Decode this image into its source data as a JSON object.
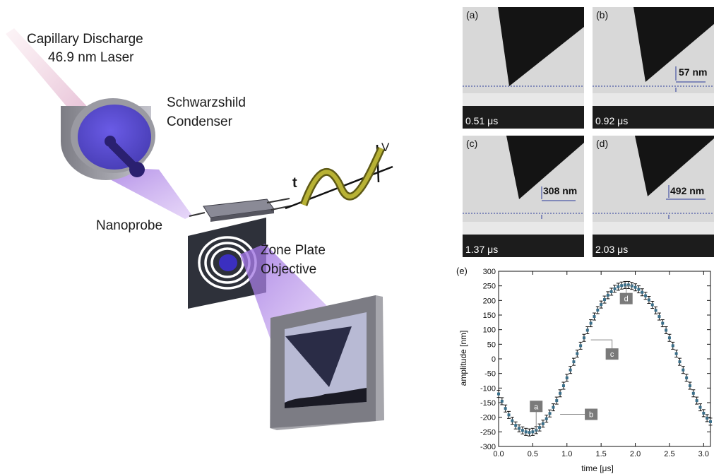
{
  "labels": {
    "laser_line1": "Capillary Discharge",
    "laser_line2": "46.9 nm Laser",
    "condenser_line1": "Schwarzshild",
    "condenser_line2": "Condenser",
    "nanoprobe": "Nanoprobe",
    "zoneplate_line1": "Zone Plate",
    "zoneplate_line2": "Objective",
    "voltage_axis": "V",
    "time_axis": "t"
  },
  "panels": [
    {
      "letter": "(a)",
      "time": "0.51 μs",
      "measurement": ""
    },
    {
      "letter": "(b)",
      "time": "0.92 μs",
      "measurement": "57 nm"
    },
    {
      "letter": "(c)",
      "time": "1.37 μs",
      "measurement": "308 nm"
    },
    {
      "letter": "(d)",
      "time": "2.03 μs",
      "measurement": "492 nm"
    }
  ],
  "chart_data": {
    "type": "scatter",
    "panel_label": "(e)",
    "xlabel": "time [μs]",
    "ylabel": "amplitude [nm]",
    "xlim": [
      0.0,
      3.1
    ],
    "ylim": [
      -300,
      300
    ],
    "xticks": [
      "0.0",
      "0.5",
      "1.0",
      "1.5",
      "2.0",
      "2.5",
      "3.0"
    ],
    "yticks": [
      "300",
      "250",
      "200",
      "150",
      "100",
      "50",
      "0",
      "-50",
      "-100",
      "-150",
      "-200",
      "-250",
      "-300"
    ],
    "error_bars": true,
    "annotations": [
      {
        "text": "a",
        "x": 0.55,
        "y": -245
      },
      {
        "text": "b",
        "x": 0.9,
        "y": -190
      },
      {
        "text": "c",
        "x": 1.35,
        "y": 65
      },
      {
        "text": "d",
        "x": 1.95,
        "y": 250
      }
    ],
    "x": [
      0.0,
      0.05,
      0.1,
      0.15,
      0.2,
      0.25,
      0.3,
      0.35,
      0.4,
      0.45,
      0.5,
      0.55,
      0.6,
      0.65,
      0.7,
      0.75,
      0.8,
      0.85,
      0.9,
      0.95,
      1.0,
      1.05,
      1.1,
      1.15,
      1.2,
      1.25,
      1.3,
      1.35,
      1.4,
      1.45,
      1.5,
      1.55,
      1.6,
      1.65,
      1.7,
      1.75,
      1.8,
      1.85,
      1.9,
      1.95,
      2.0,
      2.05,
      2.1,
      2.15,
      2.2,
      2.25,
      2.3,
      2.35,
      2.4,
      2.45,
      2.5,
      2.55,
      2.6,
      2.65,
      2.7,
      2.75,
      2.8,
      2.85,
      2.9,
      2.95,
      3.0,
      3.05,
      3.1
    ],
    "y": [
      -120,
      -145,
      -170,
      -192,
      -212,
      -228,
      -238,
      -245,
      -250,
      -252,
      -250,
      -244,
      -235,
      -222,
      -205,
      -187,
      -166,
      -143,
      -118,
      -92,
      -65,
      -38,
      -10,
      18,
      45,
      72,
      98,
      122,
      145,
      167,
      186,
      203,
      218,
      230,
      240,
      247,
      251,
      253,
      253,
      250,
      245,
      238,
      228,
      216,
      202,
      185,
      166,
      145,
      122,
      98,
      72,
      45,
      18,
      -10,
      -38,
      -65,
      -92,
      -118,
      -143,
      -166,
      -186,
      -203,
      -215
    ]
  }
}
